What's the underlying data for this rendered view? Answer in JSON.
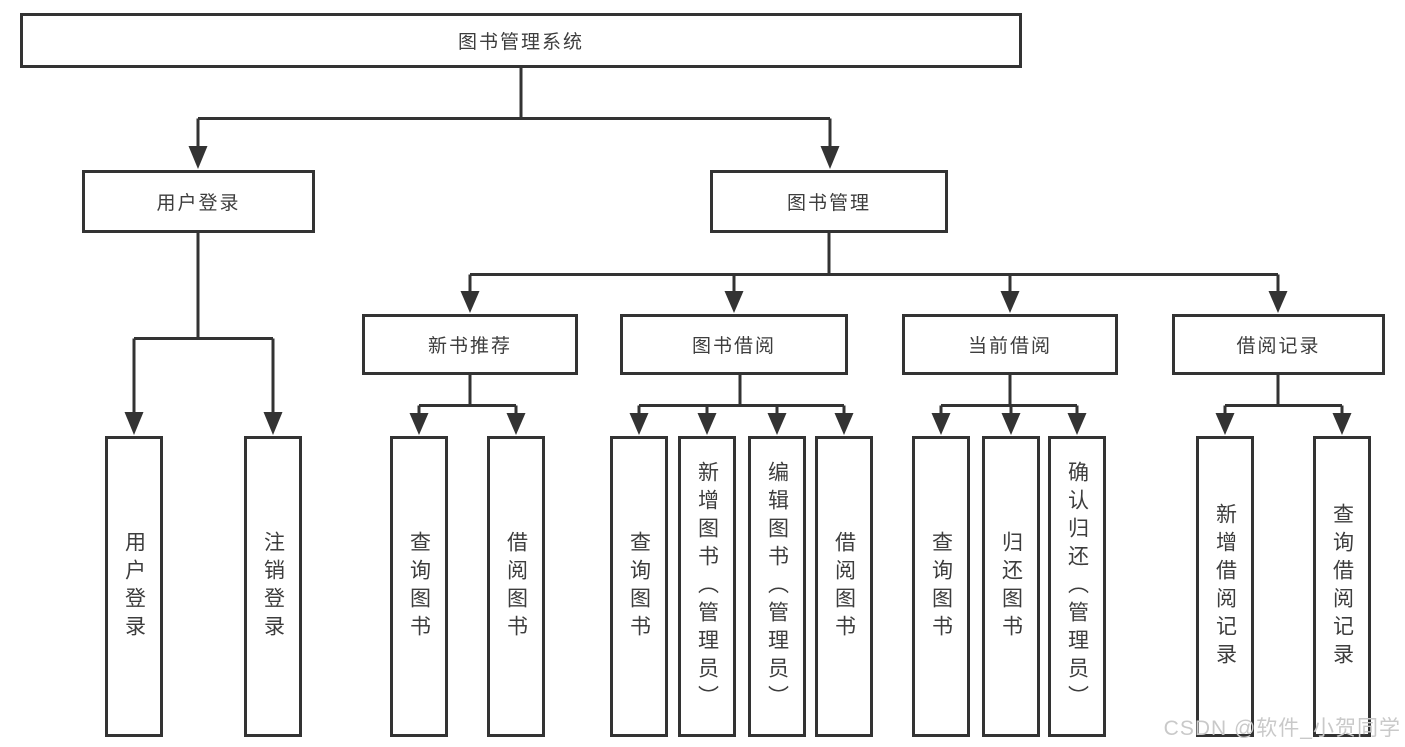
{
  "tree": {
    "label": "图书管理系统",
    "children": [
      {
        "label": "用户登录",
        "children": [
          {
            "label": "用户登录"
          },
          {
            "label": "注销登录"
          }
        ]
      },
      {
        "label": "图书管理",
        "children": [
          {
            "label": "新书推荐",
            "children": [
              {
                "label": "查询图书"
              },
              {
                "label": "借阅图书"
              }
            ]
          },
          {
            "label": "图书借阅",
            "children": [
              {
                "label": "查询图书"
              },
              {
                "label": "新增图书（管理员）"
              },
              {
                "label": "编辑图书（管理员）"
              },
              {
                "label": "借阅图书"
              }
            ]
          },
          {
            "label": "当前借阅",
            "children": [
              {
                "label": "查询图书"
              },
              {
                "label": "归还图书"
              },
              {
                "label": "确认归还（管理员）"
              }
            ]
          },
          {
            "label": "借阅记录",
            "children": [
              {
                "label": "新增借阅记录"
              },
              {
                "label": "查询借阅记录"
              }
            ]
          }
        ]
      }
    ]
  },
  "watermark": {
    "text": "CSDN @软件_小贺同学"
  },
  "colors": {
    "line": "#333333",
    "box_border": "#333333",
    "text": "#3d3d3d",
    "watermark": "#c9c9c9",
    "background": "#ffffff"
  }
}
